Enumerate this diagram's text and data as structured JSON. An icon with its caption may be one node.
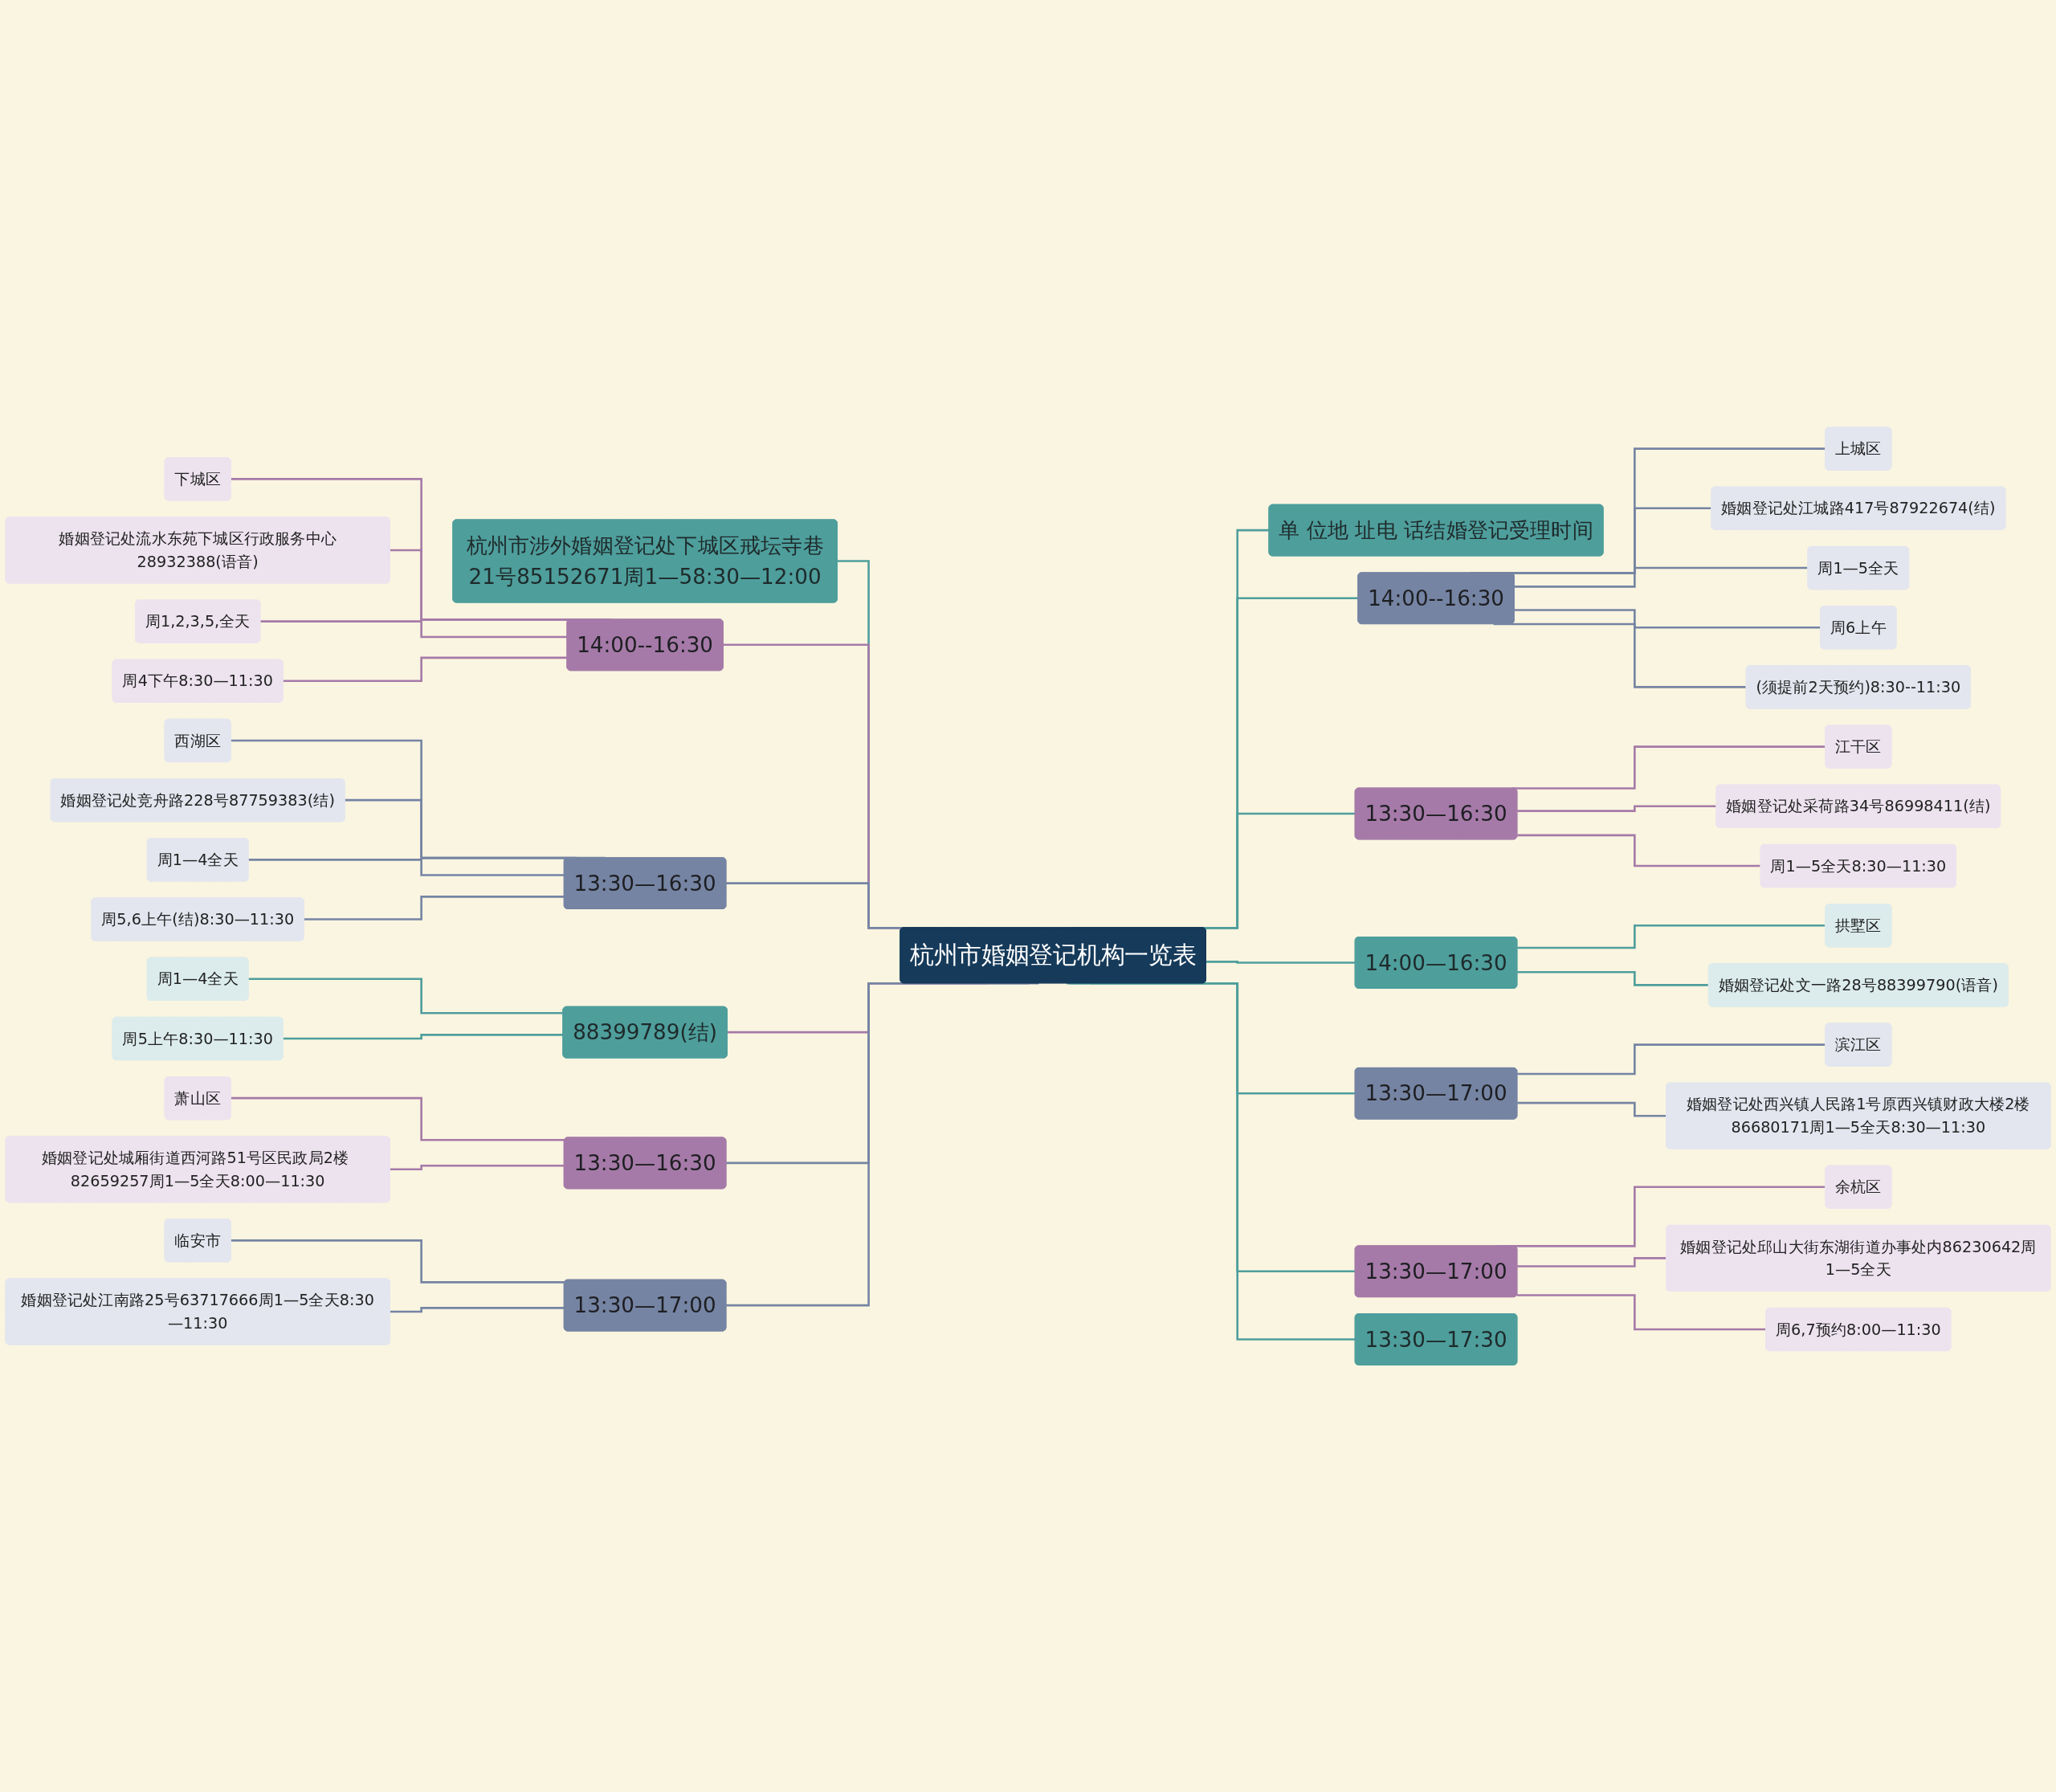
{
  "diagram": {
    "nodes": [
      {
        "text": [
          "杭州市婚姻登记机构一览表"
        ]
      },
      {
        "text": [
          "单 位地 址电 话结婚登记受理时间"
        ]
      },
      {
        "text": [
          "14:00--16:30"
        ]
      },
      {
        "text": [
          "上城区"
        ]
      },
      {
        "text": [
          "婚姻登记处江城路417号87922674(结)"
        ]
      },
      {
        "text": [
          "周1—5全天"
        ]
      },
      {
        "text": [
          "周6上午"
        ]
      },
      {
        "text": [
          "(须提前2天预约)8:30--11:30"
        ]
      },
      {
        "text": [
          "13:30—16:30"
        ]
      },
      {
        "text": [
          "江干区"
        ]
      },
      {
        "text": [
          "婚姻登记处采荷路34号86998411(结)"
        ]
      },
      {
        "text": [
          "周1—5全天8:30—11:30"
        ]
      },
      {
        "text": [
          "14:00—16:30"
        ]
      },
      {
        "text": [
          "拱墅区"
        ]
      },
      {
        "text": [
          "婚姻登记处文一路28号88399790(语音)"
        ]
      },
      {
        "text": [
          "13:30—17:00"
        ]
      },
      {
        "text": [
          "滨江区"
        ]
      },
      {
        "text": [
          "婚姻登记处西兴镇人民路1号原西兴镇财政大楼2楼86680171周1—5全天8:30—11:30"
        ]
      },
      {
        "text": [
          "13:30—17:00"
        ]
      },
      {
        "text": [
          "余杭区"
        ]
      },
      {
        "text": [
          "婚姻登记处邱山大街东湖街道办事处内86230642周1—5全天"
        ]
      },
      {
        "text": [
          "周6,7预约8:00—11:30"
        ]
      },
      {
        "text": [
          "13:30—17:30"
        ]
      },
      {
        "text": [
          "杭州市涉外婚姻登记处下城区戒坛寺巷21号85152671周1—58:30—12:00"
        ]
      },
      {
        "text": [
          "14:00--16:30"
        ]
      },
      {
        "text": [
          "下城区"
        ]
      },
      {
        "text": [
          "婚姻登记处流水东苑下城区行政服务中心28932388(语音)"
        ]
      },
      {
        "text": [
          "周1,2,3,5,全天"
        ]
      },
      {
        "text": [
          "周4下午8:30—11:30"
        ]
      },
      {
        "text": [
          "13:30—16:30"
        ]
      },
      {
        "text": [
          "西湖区"
        ]
      },
      {
        "text": [
          "婚姻登记处竞舟路228号87759383(结)"
        ]
      },
      {
        "text": [
          "周1—4全天"
        ]
      },
      {
        "text": [
          "周5,6上午(结)8:30—11:30"
        ]
      },
      {
        "text": [
          "88399789(结)"
        ]
      },
      {
        "text": [
          "周1—4全天"
        ]
      },
      {
        "text": [
          "周5上午8:30—11:30"
        ]
      },
      {
        "text": [
          "13:30—16:30"
        ]
      },
      {
        "text": [
          "萧山区"
        ]
      },
      {
        "text": [
          "婚姻登记处城厢街道西河路51号区民政局2楼 82659257周1—5全天8:00—11:30"
        ]
      },
      {
        "text": [
          "13:30—17:00"
        ]
      },
      {
        "text": [
          "临安市"
        ]
      },
      {
        "text": [
          "婚姻登记处江南路25号63717666周1—5全天8:30—11:30"
        ]
      }
    ],
    "edges": [
      {
        "from": 0,
        "to": 1,
        "arrow": "none",
        "color": "#4e9e9c"
      },
      {
        "from": 0,
        "to": 2,
        "arrow": "none",
        "color": "#4e9e9c"
      },
      {
        "from": 2,
        "to": 3,
        "arrow": "none",
        "color": "#7584a3"
      },
      {
        "from": 2,
        "to": 4,
        "arrow": "none",
        "color": "#7584a3"
      },
      {
        "from": 2,
        "to": 5,
        "arrow": "none",
        "color": "#7584a3"
      },
      {
        "from": 2,
        "to": 6,
        "arrow": "none",
        "color": "#7584a3"
      },
      {
        "from": 2,
        "to": 7,
        "arrow": "none",
        "color": "#7584a3"
      },
      {
        "from": 0,
        "to": 8,
        "arrow": "none",
        "color": "#4e9e9c"
      },
      {
        "from": 8,
        "to": 9,
        "arrow": "none",
        "color": "#a57aa8"
      },
      {
        "from": 8,
        "to": 10,
        "arrow": "none",
        "color": "#a57aa8"
      },
      {
        "from": 8,
        "to": 11,
        "arrow": "none",
        "color": "#a57aa8"
      },
      {
        "from": 0,
        "to": 12,
        "arrow": "none",
        "color": "#4e9e9c"
      },
      {
        "from": 12,
        "to": 13,
        "arrow": "none",
        "color": "#4e9e9c"
      },
      {
        "from": 12,
        "to": 14,
        "arrow": "none",
        "color": "#4e9e9c"
      },
      {
        "from": 0,
        "to": 15,
        "arrow": "none",
        "color": "#4e9e9c"
      },
      {
        "from": 15,
        "to": 16,
        "arrow": "none",
        "color": "#7584a3"
      },
      {
        "from": 15,
        "to": 17,
        "arrow": "none",
        "color": "#7584a3"
      },
      {
        "from": 0,
        "to": 18,
        "arrow": "none",
        "color": "#4e9e9c"
      },
      {
        "from": 18,
        "to": 19,
        "arrow": "none",
        "color": "#a57aa8"
      },
      {
        "from": 18,
        "to": 20,
        "arrow": "none",
        "color": "#a57aa8"
      },
      {
        "from": 18,
        "to": 21,
        "arrow": "none",
        "color": "#a57aa8"
      },
      {
        "from": 0,
        "to": 22,
        "arrow": "none",
        "color": "#4e9e9c"
      },
      {
        "from": 0,
        "to": 23,
        "arrow": "none",
        "color": "#4e9e9c"
      },
      {
        "from": 0,
        "to": 24,
        "arrow": "none",
        "color": "#a57aa8"
      },
      {
        "from": 24,
        "to": 25,
        "arrow": "none",
        "color": "#a57aa8"
      },
      {
        "from": 24,
        "to": 26,
        "arrow": "none",
        "color": "#a57aa8"
      },
      {
        "from": 24,
        "to": 27,
        "arrow": "none",
        "color": "#a57aa8"
      },
      {
        "from": 24,
        "to": 28,
        "arrow": "none",
        "color": "#a57aa8"
      },
      {
        "from": 0,
        "to": 29,
        "arrow": "none",
        "color": "#7584a3"
      },
      {
        "from": 29,
        "to": 30,
        "arrow": "none",
        "color": "#7584a3"
      },
      {
        "from": 29,
        "to": 31,
        "arrow": "none",
        "color": "#7584a3"
      },
      {
        "from": 29,
        "to": 32,
        "arrow": "none",
        "color": "#7584a3"
      },
      {
        "from": 29,
        "to": 33,
        "arrow": "none",
        "color": "#7584a3"
      },
      {
        "from": 0,
        "to": 34,
        "arrow": "none",
        "color": "#a57aa8"
      },
      {
        "from": 34,
        "to": 35,
        "arrow": "none",
        "color": "#4e9e9c"
      },
      {
        "from": 34,
        "to": 36,
        "arrow": "none",
        "color": "#4e9e9c"
      },
      {
        "from": 0,
        "to": 37,
        "arrow": "none",
        "color": "#7584a3"
      },
      {
        "from": 37,
        "to": 38,
        "arrow": "none",
        "color": "#a57aa8"
      },
      {
        "from": 37,
        "to": 39,
        "arrow": "none",
        "color": "#a57aa8"
      },
      {
        "from": 0,
        "to": 40,
        "arrow": "none",
        "color": "#7584a3"
      },
      {
        "from": 40,
        "to": 41,
        "arrow": "none",
        "color": "#7584a3"
      },
      {
        "from": 40,
        "to": 42,
        "arrow": "none",
        "color": "#7584a3"
      }
    ]
  }
}
